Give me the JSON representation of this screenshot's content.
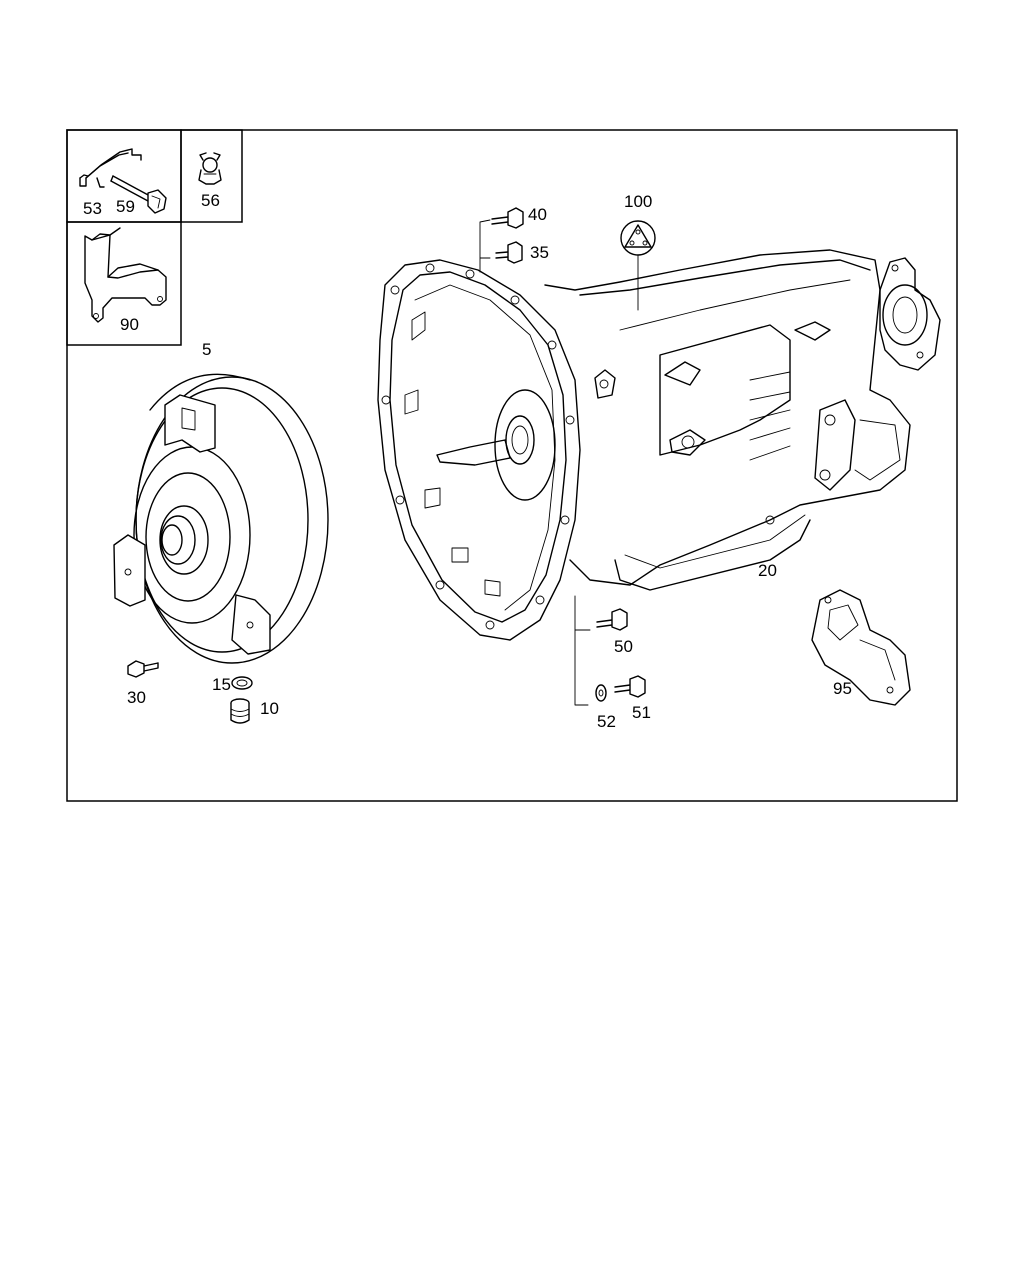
{
  "callouts": {
    "c5": "5",
    "c10": "10",
    "c15": "15",
    "c20": "20",
    "c30": "30",
    "c35": "35",
    "c40": "40",
    "c50": "50",
    "c51": "51",
    "c52": "52",
    "c53": "53",
    "c56": "56",
    "c59": "59",
    "c90": "90",
    "c95": "95",
    "c100": "100"
  }
}
